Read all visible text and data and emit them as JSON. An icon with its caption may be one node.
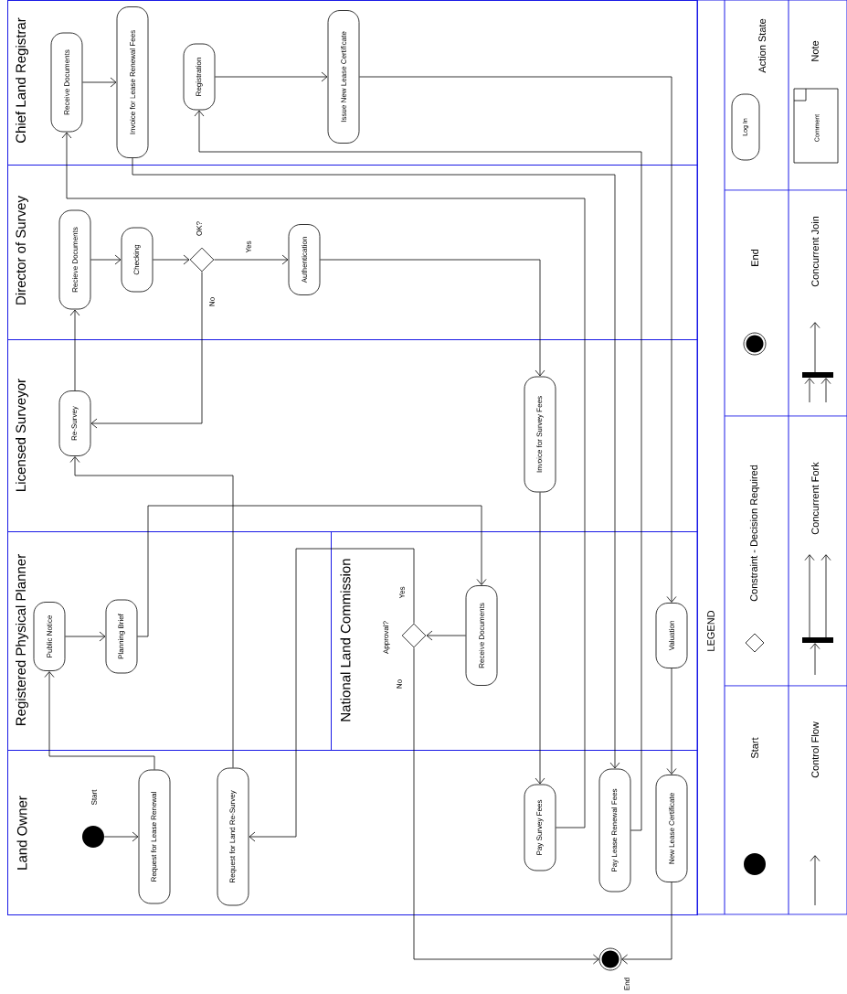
{
  "diagram": {
    "nodes": [
      {
        "text": [
          "Chief Land Registrar"
        ]
      },
      {
        "text": [
          "Director of Survey"
        ]
      },
      {
        "text": [
          "Licensed Surveyor"
        ]
      },
      {
        "text": [
          "Registered Physical Planner"
        ]
      },
      {
        "text": [
          "National Land Commission"
        ],
        "in": 3
      },
      {
        "text": [
          "Land Owner"
        ]
      },
      {
        "text": [
          "Receive Documents"
        ],
        "in": 0
      },
      {
        "text": [
          "Invoice for Lease Renewal Fees"
        ],
        "in": 0
      },
      {
        "text": [
          "Registration"
        ],
        "in": 0
      },
      {
        "text": [
          "Issue New Lease Certificate"
        ],
        "in": 0
      },
      {
        "text": [
          "Recieve Documents"
        ],
        "in": 1
      },
      {
        "text": [
          "Checking"
        ],
        "in": 1
      },
      {
        "text": [
          "OK?"
        ],
        "in": 1
      },
      {
        "text": [
          "Authentication"
        ],
        "in": 1
      },
      {
        "text": [
          "Re-Survey"
        ],
        "in": 2
      },
      {
        "text": [
          "Invoice for Survey Fees"
        ],
        "in": 2
      },
      {
        "text": [
          "Public Notice"
        ],
        "in": 3
      },
      {
        "text": [
          "Planning Brief"
        ],
        "in": 3
      },
      {
        "text": [
          "Approval?"
        ],
        "in": 4
      },
      {
        "text": [
          "Receive Documents"
        ],
        "in": 4
      },
      {
        "text": [
          "Valuation"
        ],
        "in": 4
      },
      {
        "text": [],
        "shape": "circle",
        "beside": [
          "Start"
        ],
        "in": 5
      },
      {
        "text": [
          "Request for Lease Renewal"
        ],
        "in": 5
      },
      {
        "text": [
          "Request for Land Re-Survey"
        ],
        "in": 5
      },
      {
        "text": [
          "Pay Survey Fees"
        ],
        "in": 5
      },
      {
        "text": [
          "Pay Lease Renewal Fees"
        ],
        "in": 5
      },
      {
        "text": [
          "New Lease Certificate"
        ],
        "in": 5
      },
      {
        "text": [],
        "shape": "circle",
        "beside": [
          "End"
        ]
      }
    ],
    "edges": [
      {
        "from": 21,
        "to": 22,
        "arrow": "to"
      },
      {
        "from": 22,
        "to": 16,
        "arrow": "to"
      },
      {
        "from": 16,
        "to": 17,
        "arrow": "to"
      },
      {
        "from": 17,
        "to": 19,
        "arrow": "to"
      },
      {
        "from": 19,
        "to": 18,
        "arrow": "to"
      },
      {
        "from": 18,
        "to": 23,
        "arrow": "to",
        "label": "Yes"
      },
      {
        "from": 18,
        "to": 27,
        "arrow": "to",
        "label": "No"
      },
      {
        "from": 23,
        "to": 14,
        "arrow": "to"
      },
      {
        "from": 14,
        "to": 10,
        "arrow": "to"
      },
      {
        "from": 10,
        "to": 11,
        "arrow": "to"
      },
      {
        "from": 11,
        "to": 12,
        "arrow": "to"
      },
      {
        "from": 12,
        "to": 13,
        "arrow": "to",
        "label": "Yes"
      },
      {
        "from": 12,
        "to": 14,
        "arrow": "to",
        "label": "No"
      },
      {
        "from": 13,
        "to": 15,
        "arrow": "to"
      },
      {
        "from": 15,
        "to": 24,
        "arrow": "to"
      },
      {
        "from": 24,
        "to": 6,
        "arrow": "to"
      },
      {
        "from": 6,
        "to": 7,
        "arrow": "to"
      },
      {
        "from": 7,
        "to": 25,
        "arrow": "to"
      },
      {
        "from": 25,
        "to": 8,
        "arrow": "to"
      },
      {
        "from": 8,
        "to": 9,
        "arrow": "to"
      },
      {
        "from": 9,
        "to": 20,
        "arrow": "to"
      },
      {
        "from": 20,
        "to": 26,
        "arrow": "to"
      },
      {
        "from": 26,
        "to": 27,
        "arrow": "to"
      }
    ],
    "labels": [
      "LEGEND",
      "Log In",
      "Comment"
    ],
    "legend": [
      {
        "text": "Start"
      },
      {
        "text": "Constraint - Decision Required"
      },
      {
        "text": "End"
      },
      {
        "text": "Action State"
      },
      {
        "text": "Control Flow"
      },
      {
        "text": "Concurrent Fork"
      },
      {
        "text": "Concurrent Join"
      },
      {
        "text": "Note"
      }
    ]
  }
}
